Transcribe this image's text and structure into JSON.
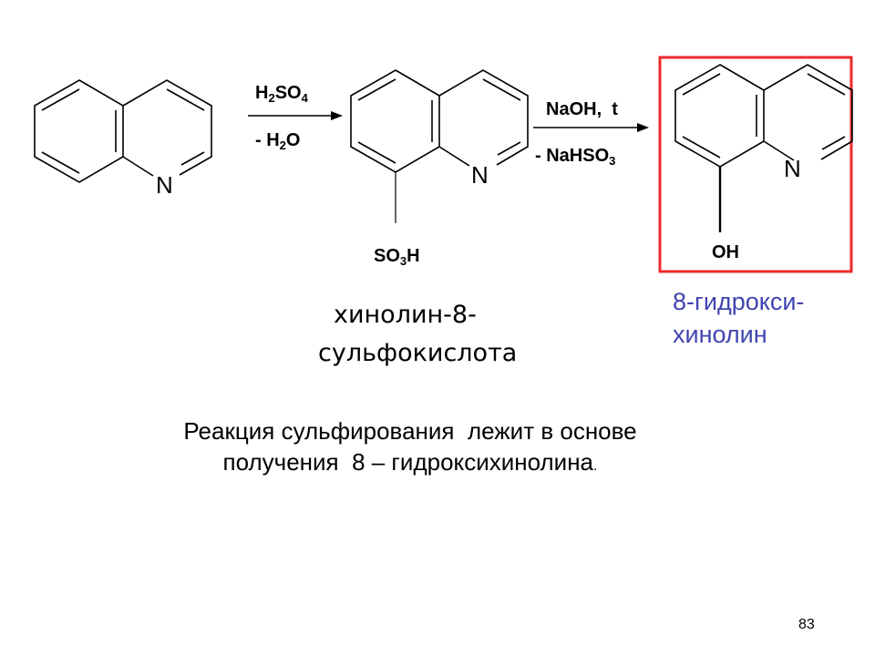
{
  "colors": {
    "highlight_box": "#ee2a2a",
    "product_name": "#3f44b0",
    "bonds": "#000000"
  },
  "quinoline": {
    "n_label": "N"
  },
  "step1": {
    "reagent": {
      "main": "H",
      "sub1": "2",
      "mid": "SO",
      "sub2": "4"
    },
    "byproduct": {
      "prefix": "- H",
      "sub": "2",
      "suffix": "O"
    }
  },
  "sulfonic_acid": {
    "n_label": "N",
    "substituent": {
      "main": "SO",
      "sub": "3",
      "suffix": "H"
    },
    "name_line1": "хинолин-8-",
    "name_line2": "сульфокислота"
  },
  "step2": {
    "reagent": "NaOH,  t",
    "byproduct": {
      "prefix": "- NaHSO",
      "sub": "3"
    }
  },
  "hydroxyquinoline": {
    "n_label": "N",
    "substituent": "OH",
    "name_line1": "8-гидрокси-",
    "name_line2": "хинолин"
  },
  "statement": {
    "line1": "Реакция сульфирования  лежит в основе",
    "line2": "получения  8 – гидроксихинолина",
    "end": "."
  },
  "page_number": "83"
}
